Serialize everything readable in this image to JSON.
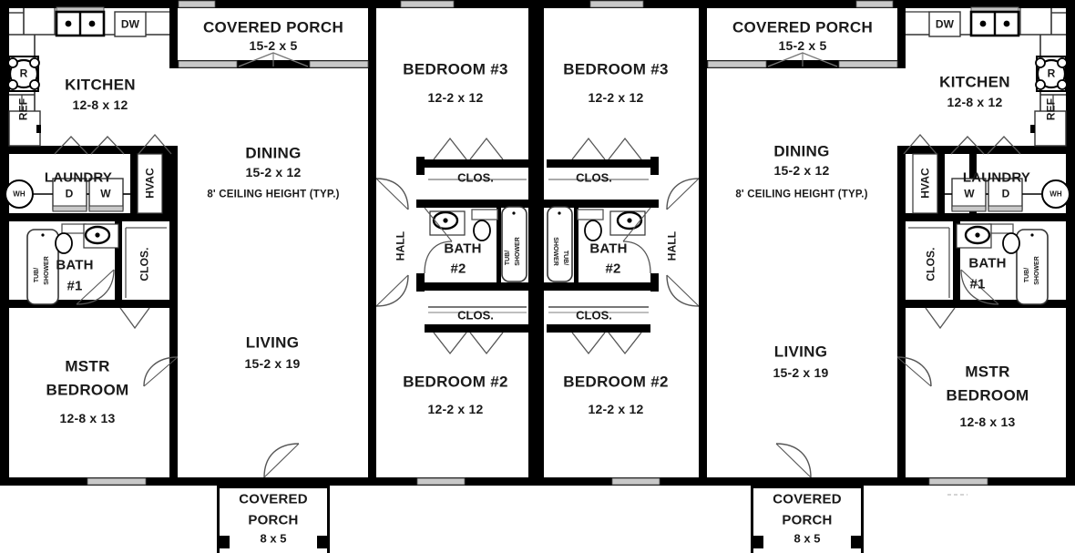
{
  "plan": {
    "type": "duplex-floor-plan",
    "note_text": "8' CEILING HEIGHT (TYP.)",
    "units": 2,
    "mirrored": true
  },
  "left_unit": {
    "kitchen": {
      "name": "KITCHEN",
      "dim": "12-8 x 12"
    },
    "dining": {
      "name": "DINING",
      "dim": "15-2 x 12",
      "note": "8' CEILING HEIGHT (TYP.)"
    },
    "living": {
      "name": "LIVING",
      "dim": "15-2 x 19"
    },
    "mstr_bedroom": {
      "name1": "MSTR",
      "name2": "BEDROOM",
      "dim": "12-8 x 13"
    },
    "bedroom2": {
      "name": "BEDROOM #2",
      "dim": "12-2 x 12"
    },
    "bedroom3": {
      "name": "BEDROOM #3",
      "dim": "12-2 x 12"
    },
    "bath1": {
      "name1": "BATH",
      "name2": "#1"
    },
    "bath2": {
      "name1": "BATH",
      "name2": "#2"
    },
    "laundry": {
      "name": "LAUNDRY",
      "washer": "W",
      "dryer": "D",
      "water_heater": "WH"
    },
    "hvac": {
      "label": "HVAC"
    },
    "hall": {
      "label": "HALL"
    },
    "closets": [
      "CLOS.",
      "CLOS.",
      "CLOS."
    ],
    "tub_shower": {
      "line1": "TUB/",
      "line2": "SHOWER"
    },
    "tub_shower_bath2": {
      "line1": "TUB/",
      "line2": "SHOWER"
    },
    "appliances": {
      "refrigerator": "REF",
      "range": "R",
      "dishwasher": "DW"
    },
    "covered_porch_front": {
      "name": "COVERED PORCH",
      "dim": "15-2 x 5"
    },
    "covered_porch_rear": {
      "name1": "COVERED",
      "name2": "PORCH",
      "dim": "8 x 5"
    }
  },
  "right_unit": {
    "kitchen": {
      "name": "KITCHEN",
      "dim": "12-8 x 12"
    },
    "dining": {
      "name": "DINING",
      "dim": "15-2 x 12",
      "note": "8' CEILING HEIGHT (TYP.)"
    },
    "living": {
      "name": "LIVING",
      "dim": "15-2 x 19"
    },
    "mstr_bedroom": {
      "name1": "MSTR",
      "name2": "BEDROOM",
      "dim": "12-8 x 13"
    },
    "bedroom2": {
      "name": "BEDROOM #2",
      "dim": "12-2 x 12"
    },
    "bedroom3": {
      "name": "BEDROOM #3",
      "dim": "12-2 x 12"
    },
    "bath1": {
      "name1": "BATH",
      "name2": "#1"
    },
    "bath2": {
      "name1": "BATH",
      "name2": "#2"
    },
    "laundry": {
      "name": "LAUNDRY",
      "washer": "W",
      "dryer": "D",
      "water_heater": "WH"
    },
    "hvac": {
      "label": "HVAC"
    },
    "hall": {
      "label": "HALL"
    },
    "closets": [
      "CLOS.",
      "CLOS.",
      "CLOS."
    ],
    "tub_shower": {
      "line1": "TUB/",
      "line2": "SHOWER"
    },
    "tub_shower_bath2": {
      "line1": "TUB/",
      "line2": "SHOWER"
    },
    "appliances": {
      "refrigerator": "REF",
      "range": "R",
      "dishwasher": "DW"
    },
    "covered_porch_front": {
      "name": "COVERED PORCH",
      "dim": "15-2 x 5"
    },
    "covered_porch_rear": {
      "name1": "COVERED",
      "name2": "PORCH",
      "dim": "8 x 5"
    }
  },
  "colors": {
    "wall": "#000000",
    "thin_line": "#4a4a4a",
    "text": "#1a1a1a",
    "fill": "#ffffff",
    "window": "#c8c8c8"
  }
}
